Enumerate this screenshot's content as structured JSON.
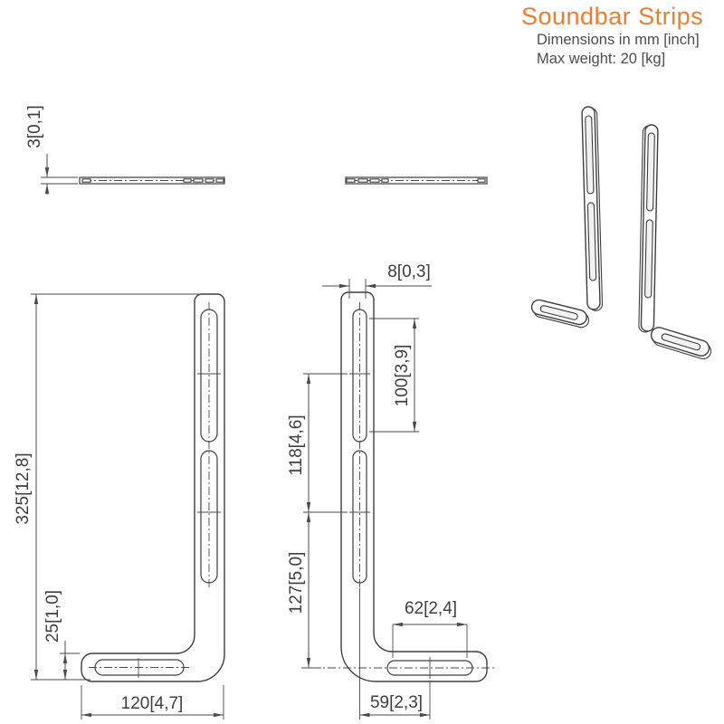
{
  "header": {
    "title": "Soundbar Strips",
    "subtitle_line1": "Dimensions in mm [inch]",
    "subtitle_line2": "Max weight: 20 [kg]",
    "accent_color": "#ed7d31",
    "text_color": "#4d4d4d"
  },
  "drawing": {
    "line_color": "#3e3e3e",
    "units": "mm [inch]",
    "dimensions": {
      "thickness": "3[0,1]",
      "overall_height": "325[12,8]",
      "foot_height": "25[1,0]",
      "foot_length": "120[4,7]",
      "slot_width": "8[0,3]",
      "slot_length": "100[3,9]",
      "slot_spacing": "118[4,6]",
      "slot_to_foot": "127[5,0]",
      "foot_slot_length": "62[2,4]",
      "foot_slot_offset": "59[2,3]"
    },
    "views": {
      "top_left": "side profile of left strip",
      "top_middle": "side profile of right strip",
      "top_right": "isometric pair of L-shaped strips",
      "bottom_left": "front view of left strip",
      "bottom_middle": "front view of right strip"
    }
  }
}
